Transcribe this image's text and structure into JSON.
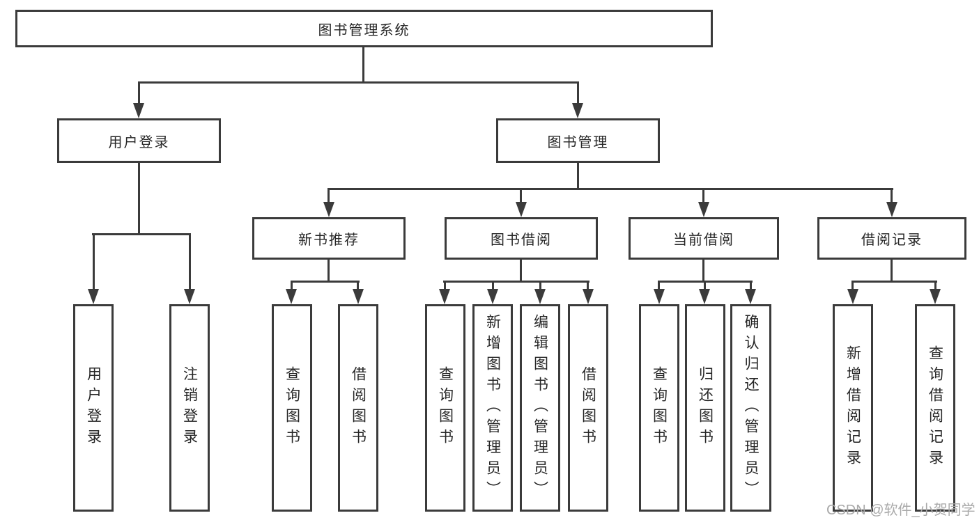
{
  "diagram_title": "图书管理系统",
  "nodes": {
    "root": {
      "label": "图书管理系统"
    },
    "level2": [
      {
        "id": "user-login",
        "label": "用户登录",
        "parent": "图书管理系统"
      },
      {
        "id": "book-management",
        "label": "图书管理",
        "parent": "图书管理系统"
      }
    ],
    "level3": [
      {
        "id": "new-book-recommend",
        "label": "新书推荐",
        "parent": "图书管理"
      },
      {
        "id": "book-borrowing",
        "label": "图书借阅",
        "parent": "图书管理"
      },
      {
        "id": "current-borrowing",
        "label": "当前借阅",
        "parent": "图书管理"
      },
      {
        "id": "borrowing-records",
        "label": "借阅记录",
        "parent": "图书管理"
      }
    ],
    "leaves": [
      {
        "id": "user-login",
        "label": "用户登录",
        "parent": "用户登录"
      },
      {
        "id": "logout",
        "label": "注销登录",
        "parent": "用户登录"
      },
      {
        "id": "query-books-recommend",
        "label": "查询图书",
        "parent": "新书推荐"
      },
      {
        "id": "borrow-books-recommend",
        "label": "借阅图书",
        "parent": "新书推荐"
      },
      {
        "id": "query-books-borrowing",
        "label": "查询图书",
        "parent": "图书借阅"
      },
      {
        "id": "add-books-admin",
        "label": "新增图书（管理员）",
        "parent": "图书借阅"
      },
      {
        "id": "edit-books-admin",
        "label": "编辑图书（管理员）",
        "parent": "图书借阅"
      },
      {
        "id": "borrow-books",
        "label": "借阅图书",
        "parent": "图书借阅"
      },
      {
        "id": "query-books-current",
        "label": "查询图书",
        "parent": "当前借阅"
      },
      {
        "id": "return-books",
        "label": "归还图书",
        "parent": "当前借阅"
      },
      {
        "id": "confirm-return-admin",
        "label": "确认归还（管理员）",
        "parent": "当前借阅"
      },
      {
        "id": "add-borrow-record",
        "label": "新增借阅记录",
        "parent": "借阅记录"
      },
      {
        "id": "query-borrow-record",
        "label": "查询借阅记录",
        "parent": "借阅记录"
      }
    ]
  },
  "watermark": {
    "text": "CSDN @软件_小贺同学",
    "color": "#a9a9a9"
  },
  "colors": {
    "line": "#3b3b3b",
    "box_border": "#3b3b3b",
    "box_fill": "#ffffff",
    "text": "#262626",
    "background": "#ffffff"
  }
}
